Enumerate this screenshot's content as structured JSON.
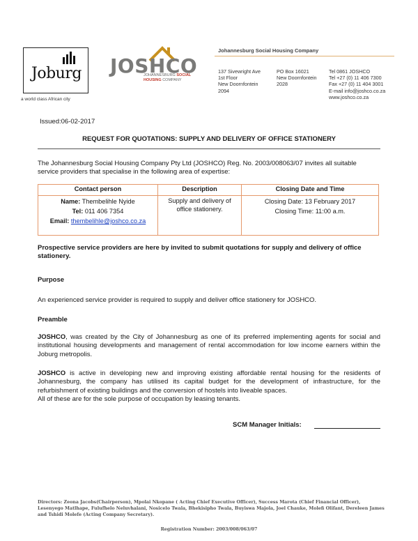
{
  "header": {
    "joburg_logo_text": "Joburg",
    "joburg_tagline": "a world class African city",
    "joshco_logo_text": "JOSHCO",
    "joshco_sub_line1_pre": "JOHANNESBURG ",
    "joshco_sub_line1_bold": "SOCIAL",
    "joshco_sub_line2_bold": "HOUSING",
    "joshco_sub_line2_post": " COMPANY",
    "company_name": "Johannesburg Social Housing Company",
    "address_col1": [
      "137 Sivewright Ave",
      "1st Floor",
      "New Doornfontein",
      "2094"
    ],
    "address_col2": [
      "PO Box 16021",
      "New Doornfontein",
      "2028"
    ],
    "address_col3": [
      "Tel 0861 JOSHCO",
      "Tel +27 (0) 11 406 7300",
      "Fax +27 (0) 11 404 3001",
      "E-mail info@joshco.co.za",
      "www.joshco.co.za"
    ]
  },
  "doc": {
    "issued": "Issued:06-02-2017",
    "title": "REQUEST FOR QUOTATIONS: SUPPLY AND DELIVERY OF OFFICE STATIONERY",
    "intro": "The Johannesburg Social Housing Company Pty Ltd (JOSHCO) Reg. No. 2003/008063/07 invites all suitable service providers that specialise in the following area of expertise:",
    "table": {
      "headers": [
        "Contact person",
        "Description",
        "Closing Date and Time"
      ],
      "name_label": "Name:",
      "name_value": " Thembelihle Nyide",
      "tel_label": "Tel:",
      "tel_value": " 011 406 7354",
      "email_label": "Email:",
      "email_value": "thembelihle@joshco.co.za",
      "description": "Supply and delivery of office stationery.",
      "closing_date": "Closing Date: 13 February 2017",
      "closing_time": "Closing Time: 11:00 a.m."
    },
    "invite": "Prospective service providers are here by invited to submit quotations for supply and delivery of office stationery.",
    "purpose_heading": "Purpose",
    "purpose_text": "An experienced service provider is required to supply and deliver office stationery for JOSHCO.",
    "preamble_heading": "Preamble",
    "preamble1_bold": "JOSHCO",
    "preamble1_rest": ", was created by the City of Johannesburg as one of its preferred implementing agents for social and institutional housing developments and management of rental accommodation for low income earners within the Joburg metropolis.",
    "preamble2_bold": "JOSHCO",
    "preamble2_rest": " is active in developing new and improving existing affordable rental housing for the residents of Johannesburg, the company has utilised its capital budget for the development of infrastructure, for the refurbishment of existing buildings and the conversion of hostels into liveable spaces.",
    "preamble3": "All of these are for the sole purpose of occupation by leasing tenants.",
    "signature_label": "SCM Manager Initials:"
  },
  "footer": {
    "directors": "Directors: Zeona Jacobs(Chairperson), Mpolai Nkopane ( Acting Chief Executive Officer), Success Marota (Chief Financial Officer), Lesenyego Matlhape, Fulufhelo Neluvhalani, Nosicelo Twala, Bhekisipho Twala, Buyiswa Majola, Joel Chauke, Molefi Olifant, Dereleen James and Tshidi Molefe (Acting Company Secretary).",
    "registration": "Registration Number: 2003/008/063/07"
  }
}
